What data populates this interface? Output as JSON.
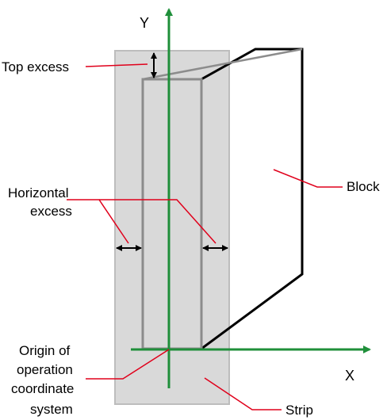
{
  "axes": {
    "y_label": "Y",
    "x_label": "X",
    "axis_color": "#1f8f3a"
  },
  "labels": {
    "top_excess": "Top excess",
    "horizontal_excess_line1": "Horizontal",
    "horizontal_excess_line2": "excess",
    "block": "Block",
    "origin_line1": "Origin of",
    "origin_line2": "operation",
    "origin_line3": "coordinate",
    "origin_line4": "system",
    "strip": "Strip"
  },
  "colors": {
    "strip_fill": "#d9d9d9",
    "strip_stroke": "#bdbdbd",
    "block_front_stroke": "#8c8c8c",
    "block_outline": "#000000",
    "leader_line": "#e0001b",
    "dimension_arrow": "#000000"
  }
}
